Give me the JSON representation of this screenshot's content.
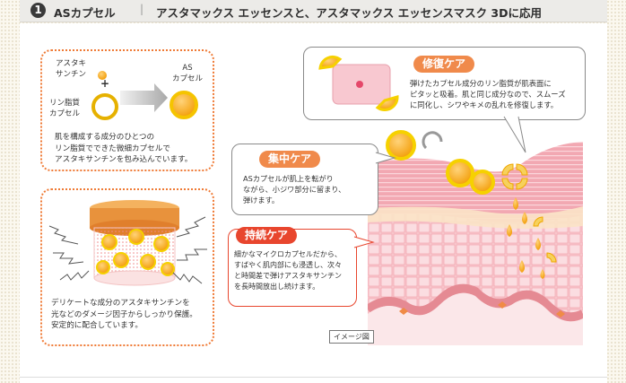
{
  "header": {
    "number": "1",
    "title": "ASカプセル",
    "separator": "|",
    "subtitle": "アスタマックス エッセンスと、アスタマックス エッセンスマスク 3Dに応用"
  },
  "box1": {
    "astaxanthin_line1": "アスタキ",
    "astaxanthin_line2": "サンチン",
    "plus": "+",
    "lipid_line1": "リン脂質",
    "lipid_line2": "カプセル",
    "as_line1": "AS",
    "as_line2": "カプセル",
    "desc": [
      "肌を構成する成分のひとつの",
      "リン脂質でできた微細カプセルで",
      "アスタキサンチンを包み込んでいます。"
    ]
  },
  "box2": {
    "desc": [
      "デリケートな成分のアスタキサンチンを",
      "光などのダメージ因子からしっかり保護。",
      "安定的に配合しています。"
    ]
  },
  "repair": {
    "label": "修復ケア",
    "desc": [
      "弾けたカプセル成分のリン脂質が肌表面に",
      "ピタッと吸着。肌と同じ成分なので、スムーズ",
      "に同化し、シワやキメの乱れを修復します。"
    ]
  },
  "focus": {
    "label": "集中ケア",
    "desc": [
      "ASカプセルが肌上を転がり",
      "ながら、小ジワ部分に留まり、",
      "弾けます。"
    ]
  },
  "sustain": {
    "label": "持続ケア",
    "desc": [
      "細かなマイクロカプセルだから、",
      "すばやく肌内部にも浸透し、次々",
      "と時間差で弾けアスタキサンチン",
      "を長時間放出し続けます。"
    ]
  },
  "image_note": "イメージ図",
  "colors": {
    "accent_orange": "#ef7a35",
    "label_orange": "#f08a4b",
    "label_red": "#e8462e",
    "capsule_yellow": "#f5a800",
    "skin_pink": "#f6c7cc"
  }
}
